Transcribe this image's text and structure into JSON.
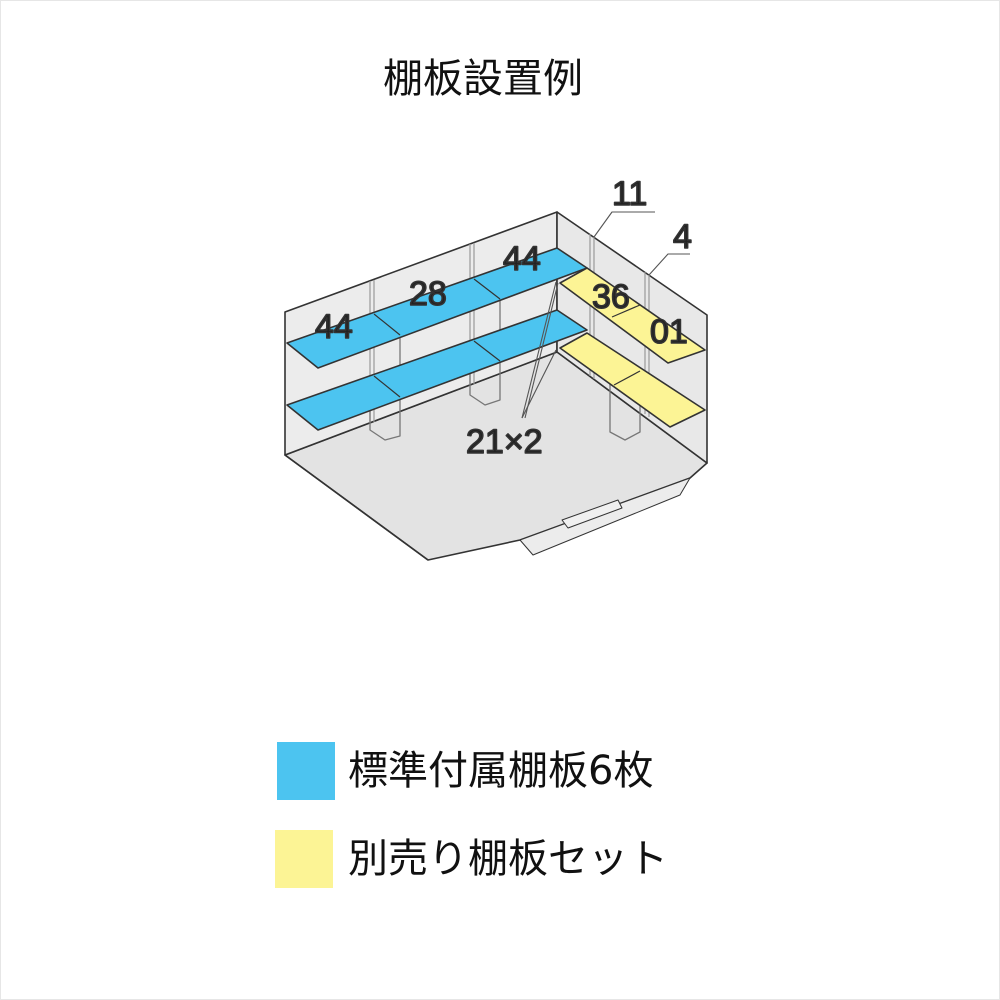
{
  "title": "棚板設置例",
  "diagram": {
    "labels": {
      "left_top": "44",
      "mid_top": "28",
      "right_top": "44",
      "corner": "11",
      "right_post": "4",
      "yellow_top": "36",
      "yellow_right": "01",
      "posts": "21×2"
    }
  },
  "legend": [
    {
      "label": "標準付属棚板6枚",
      "color": "#4cc4f0"
    },
    {
      "label": "別売り棚板セット",
      "color": "#fcf495"
    }
  ]
}
